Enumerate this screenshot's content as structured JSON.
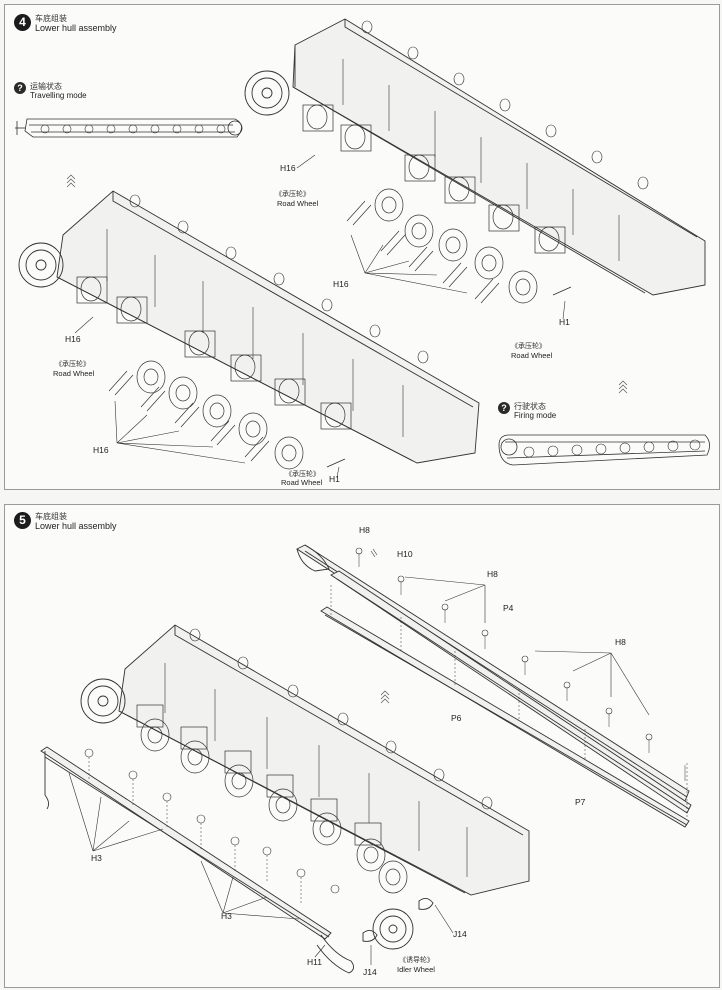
{
  "step4": {
    "number": "4",
    "title_cn": "车底组装",
    "title_en": "Lower hull assembly",
    "travel_mode_cn": "运输状态",
    "travel_mode_en": "Travelling mode",
    "firing_mode_cn": "行驶状态",
    "firing_mode_en": "Firing mode",
    "road_wheel_cn": "《承压轮》",
    "road_wheel_en": "Road Wheel",
    "part_h16": "H16",
    "part_h1": "H1"
  },
  "step5": {
    "number": "5",
    "title_cn": "车底组装",
    "title_en": "Lower hull assembly",
    "part_h8": "H8",
    "part_h10": "H10",
    "part_p4": "P4",
    "part_p6": "P6",
    "part_p7": "P7",
    "part_h3": "H3",
    "part_h11": "H11",
    "part_j14": "J14",
    "idler_wheel_cn": "《诱导轮》",
    "idler_wheel_en": "Idler Wheel"
  }
}
